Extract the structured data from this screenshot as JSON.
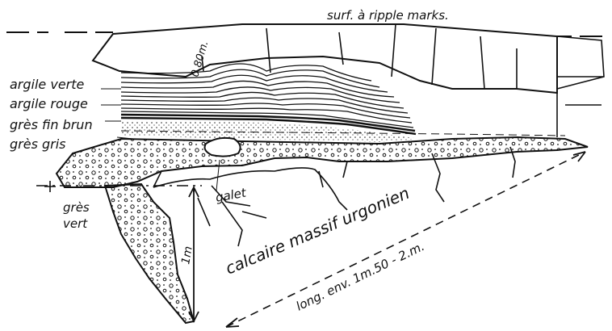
{
  "labels": {
    "surface": "surf. à ripple marks.",
    "thickness": "0.80m.",
    "argile_verte": "argile verte",
    "argile_rouge": "argile rouge",
    "gres_fin_brun": "grès fin brun",
    "gres_gris": "grès gris",
    "gres_vert_1": "grès",
    "gres_vert_2": "vert",
    "galet": "galet",
    "calcaire": "calcaire massif urgonien",
    "one_meter": "1m",
    "length": "long. env. 1m.50 - 2.m."
  }
}
